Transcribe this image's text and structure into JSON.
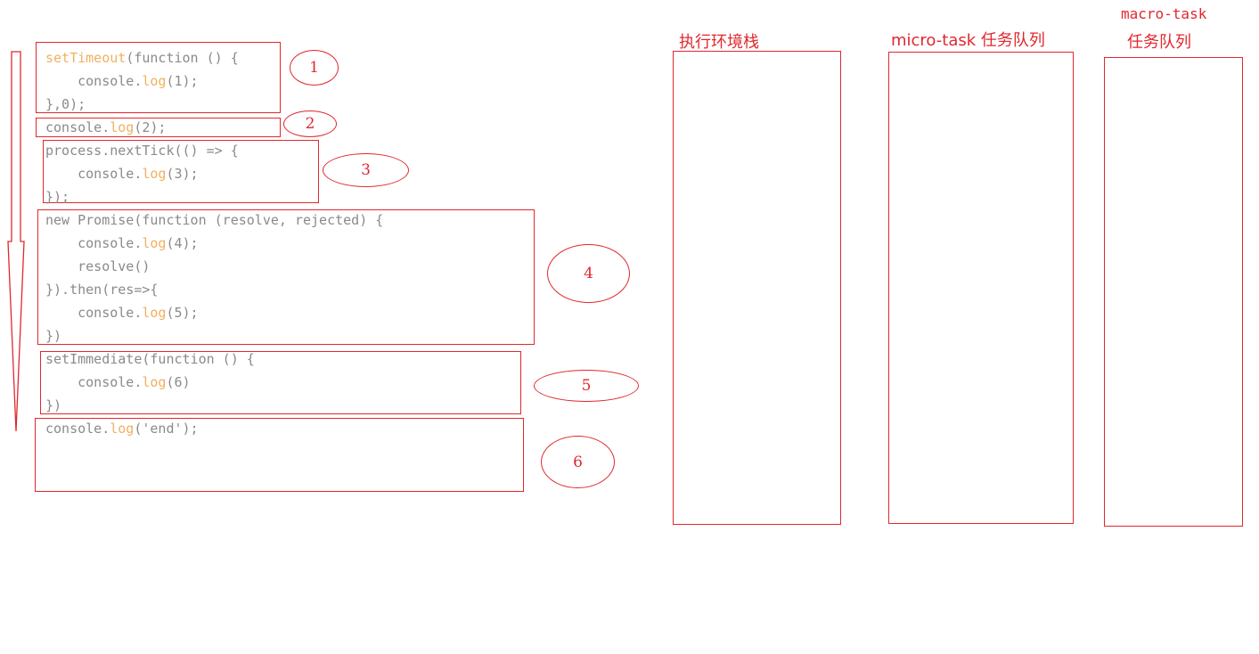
{
  "blocks": [
    {
      "number": "1",
      "lines": [
        [
          {
            "t": "setTimeout",
            "c": "kw"
          },
          {
            "t": "(function () {",
            "c": "plain"
          }
        ],
        [
          {
            "t": "    console.",
            "c": "plain"
          },
          {
            "t": "log",
            "c": "kw"
          },
          {
            "t": "(1);",
            "c": "plain"
          }
        ],
        [
          {
            "t": "},0);",
            "c": "plain"
          }
        ]
      ]
    },
    {
      "number": "2",
      "lines": [
        [
          {
            "t": "console.",
            "c": "plain"
          },
          {
            "t": "log",
            "c": "kw"
          },
          {
            "t": "(2);",
            "c": "plain"
          }
        ]
      ]
    },
    {
      "number": "3",
      "lines": [
        [
          {
            "t": "process.nextTick(() => {",
            "c": "plain"
          }
        ],
        [
          {
            "t": "    console.",
            "c": "plain"
          },
          {
            "t": "log",
            "c": "kw"
          },
          {
            "t": "(3);",
            "c": "plain"
          }
        ],
        [
          {
            "t": "});",
            "c": "plain"
          }
        ]
      ]
    },
    {
      "number": "4",
      "lines": [
        [
          {
            "t": "new Promise(function (resolve, rejected) {",
            "c": "plain"
          }
        ],
        [
          {
            "t": "    console.",
            "c": "plain"
          },
          {
            "t": "log",
            "c": "kw"
          },
          {
            "t": "(4);",
            "c": "plain"
          }
        ],
        [
          {
            "t": "    resolve()",
            "c": "plain"
          }
        ],
        [
          {
            "t": "}).then(res=>{",
            "c": "plain"
          }
        ],
        [
          {
            "t": "    console.",
            "c": "plain"
          },
          {
            "t": "log",
            "c": "kw"
          },
          {
            "t": "(5);",
            "c": "plain"
          }
        ],
        [
          {
            "t": "})",
            "c": "plain"
          }
        ]
      ]
    },
    {
      "number": "5",
      "lines": [
        [
          {
            "t": "setImmediate(function () {",
            "c": "plain"
          }
        ],
        [
          {
            "t": "    console.",
            "c": "plain"
          },
          {
            "t": "log",
            "c": "kw"
          },
          {
            "t": "(6)",
            "c": "plain"
          }
        ],
        [
          {
            "t": "})",
            "c": "plain"
          }
        ]
      ]
    },
    {
      "number": "6",
      "lines": [
        [
          {
            "t": "console.",
            "c": "plain"
          },
          {
            "t": "log",
            "c": "kw"
          },
          {
            "t": "('end');",
            "c": "plain"
          }
        ]
      ]
    }
  ],
  "queues": {
    "stack_label": "执行环境栈",
    "micro_label": "micro-task 任务队列",
    "macro_label_line1": "macro-task",
    "macro_label_line2": "任务队列"
  },
  "colors": {
    "outline": "#e0282e",
    "code_text": "#8a8a8a",
    "code_highlight": "#f0b061"
  }
}
